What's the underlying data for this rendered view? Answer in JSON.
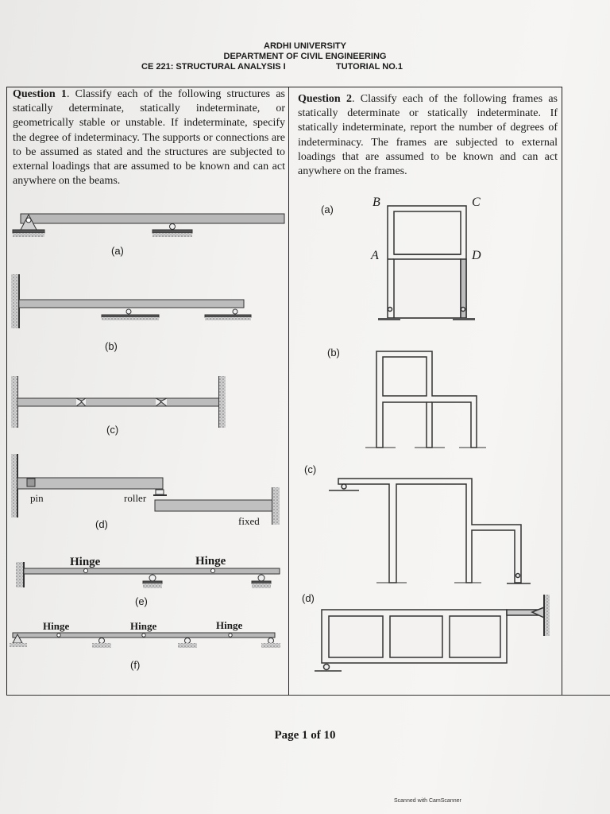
{
  "header": {
    "university": "ARDHI UNIVERSITY",
    "department": "DEPARTMENT OF CIVIL ENGINEERING",
    "course": "CE 221: STRUCTURAL ANALYSIS I",
    "tutorial": "TUTORIAL NO.1"
  },
  "question1": {
    "number": "Question 1",
    "text": ". Classify each of the following structures as statically determinate, statically indeterminate, or geometrically stable or unstable. If indeterminate, specify the degree of indeterminacy. The supports or connections are to be assumed as stated and the structures are subjected to external loadings that are assumed to be known and can act anywhere on the beams.",
    "labels": [
      "(a)",
      "(b)",
      "(c)",
      "(d)",
      "(e)",
      "(f)"
    ],
    "d_support_labels": {
      "pin": "pin",
      "roller": "roller",
      "fixed": "fixed"
    },
    "e_hinges": [
      "Hinge",
      "Hinge"
    ],
    "f_hinges": [
      "Hinge",
      "Hinge",
      "Hinge"
    ]
  },
  "question2": {
    "number": "Question 2",
    "text": ". Classify each of the following frames as statically determinate or statically indeterminate. If statically indeterminate, report the number of degrees of indeterminacy. The frames are subjected to external loadings that are assumed to be known and can act anywhere on the frames.",
    "labels": [
      "(a)",
      "(b)",
      "(c)",
      "(d)"
    ],
    "points": {
      "a": "A",
      "b": "B",
      "c": "C",
      "d": "D"
    }
  },
  "footer": {
    "page": "Page 1 of 10",
    "scanner": "Scanned with CamScanner"
  }
}
